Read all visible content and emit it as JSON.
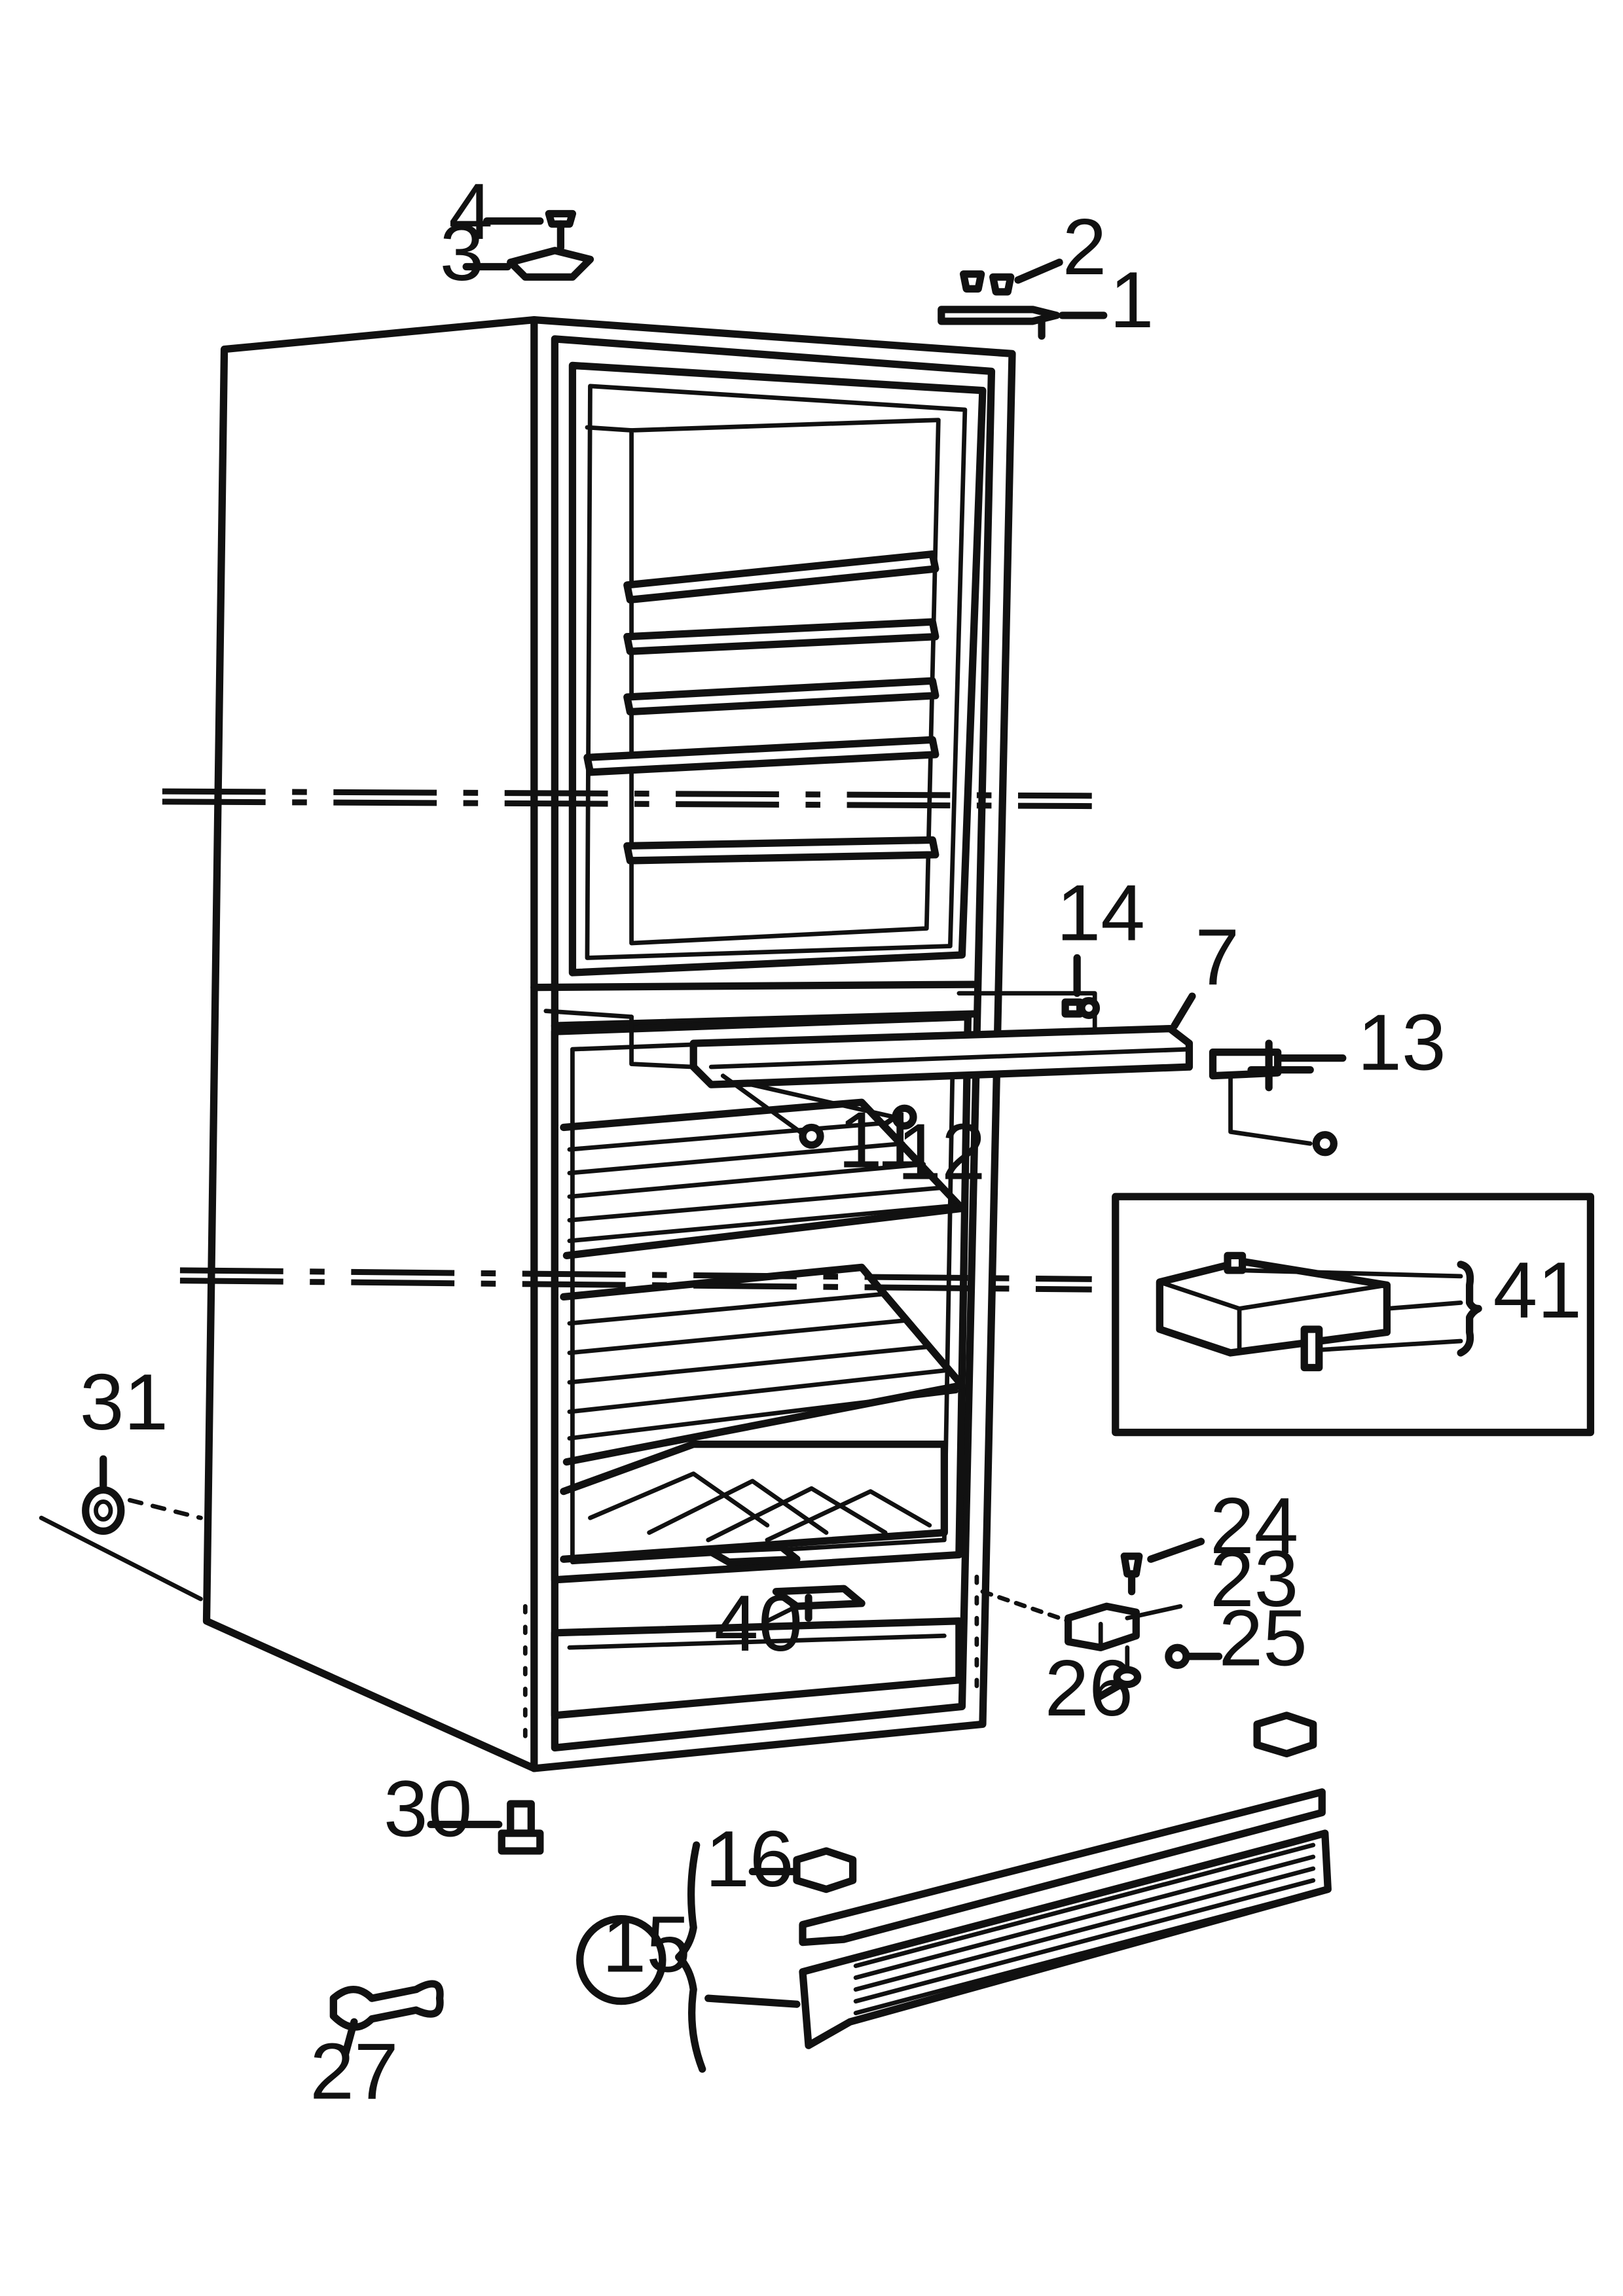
{
  "callouts": {
    "c1": "1",
    "c2": "2",
    "c3": "3",
    "c4": "4",
    "c7": "7",
    "c11": "11",
    "c12": "12",
    "c13": "13",
    "c14": "14",
    "c15": "15",
    "c16": "16",
    "c23": "23",
    "c24": "24",
    "c25": "25",
    "c26": "26",
    "c27": "27",
    "c30": "30",
    "c31": "31",
    "c40": "40",
    "c41": "41"
  }
}
